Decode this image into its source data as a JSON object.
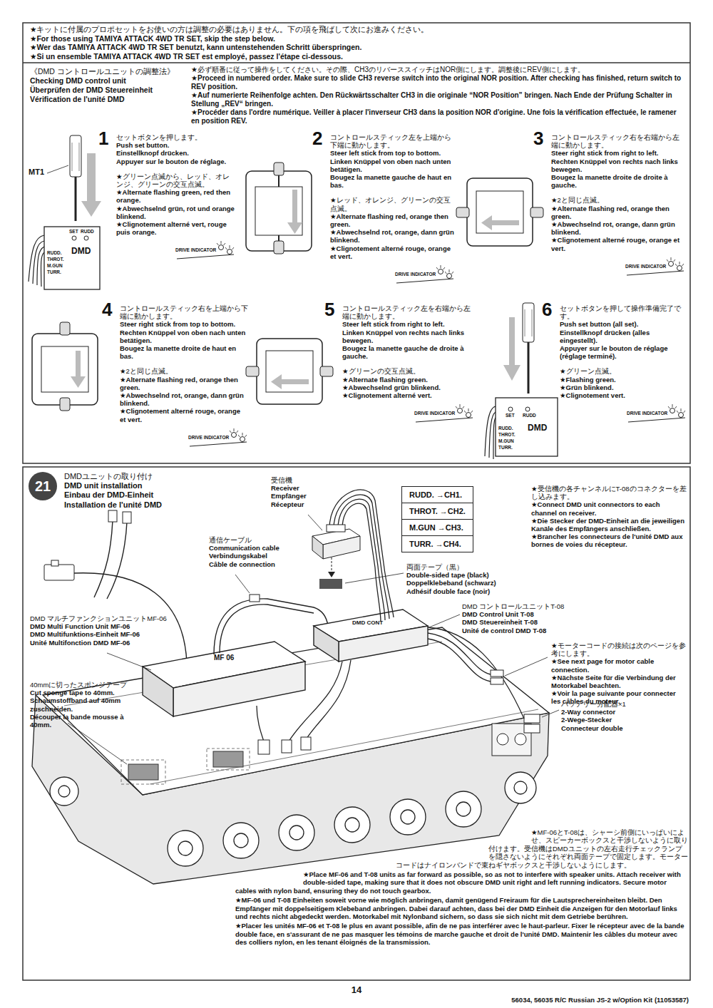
{
  "diagram": {
    "nodes": [
      {
        "text": [
          "21"
        ]
      },
      {
        "text": [
          "RUDD. →CH1.",
          "THROT. →CH2.",
          "M.GUN →CH3.",
          "TURR. →CH4."
        ]
      }
    ],
    "labels": [
      "★キットに付属のプロポセットをお使いの方は調整の必要はありません。下の項を飛ばして次にお進みください。",
      "★For those using TAMIYA ATTACK 4WD TR SET, skip the step below.",
      "★Wer das TAMIYA ATTACK 4WD TR SET benutzt, kann untenstehenden Schritt überspringen.",
      "★Si un ensemble TAMIYA ATTACK 4WD TR SET est employé, passez l'étape ci-dessous.",
      "《DMD コントロールユニットの調整法》",
      "Checking DMD control unit",
      "Überprüfen der DMD Steuereinheit",
      "Vérification de l'unité DMD",
      "★必ず順番に従って操作をしてください。その際、CH3のリバーススイッチはNOR側にします。調整後にREV側にします。",
      "★Proceed in numbered order. Make sure to slide CH3 reverse switch into the original NOR position. After checking has finished, return switch to REV position.",
      "★Auf numerierte Reihenfolge achten. Den Rückwärtsschalter CH3 in die originale “NOR Position” bringen. Nach Ende der Prüfung Schalter in Stellung „REV“ bringen.",
      "★Procéder dans l'ordre numérique. Veiller à placer l'inverseur CH3 dans la position NOR d'origine. Une fois la vérification effectuée, le ramener en position REV.",
      "1",
      "セットボタンを押します。",
      "Push set button.",
      "Einstellknopf drücken.",
      "Appuyer sur le bouton de réglage.",
      "★グリーン点滅から、レッド、オレンジ、グリーンの交互点滅。",
      "★Alternate flashing green, red then orange.",
      "★Abwechselnd grün, rot und orange blinkend.",
      "★Clignotement alterné vert, rouge puis orange.",
      "2",
      "コントロールスティック左を上端から下端に動かします。",
      "Steer left stick from top to bottom.",
      "Linken Knüppel von oben nach unten betätigen.",
      "Bougez la manette gauche de haut en bas.",
      "★レッド、オレンジ、グリーンの交互点滅。",
      "★Alternate flashing red, orange then green.",
      "★Abwechselnd rot, orange, dann grün blinkend.",
      "★Clignotement alterné rouge, orange et vert.",
      "3",
      "コントロールスティック右を右端から左端に動かします。",
      "Steer right stick from right to left.",
      "Rechten Knüppel von rechts nach links bewegen.",
      "Bougez la manette droite de droite à gauche.",
      "★2と同じ点滅。",
      "★Alternate flashing red, orange then green.",
      "★Abwechselnd rot, orange, dann grün blinkend.",
      "★Clignotement alterné rouge, orange et vert.",
      "4",
      "コントロールスティック右を上端から下端に動かします。",
      "Steer right stick from top to bottom.",
      "Rechten Knüppel von oben nach unten betätigen.",
      "Bougez la manette droite de haut en bas.",
      "★2と同じ点滅。",
      "★Alternate flashing red, orange then green.",
      "★Abwechselnd rot, orange, dann grün blinkend.",
      "★Clignotement alterné rouge, orange et vert.",
      "5",
      "コントロールスティック左を右端から左端に動かします。",
      "Steer left stick from right to left.",
      "Linken Knüppel von rechts nach links bewegen.",
      "Bougez la manette gauche de droite à gauche.",
      "★グリーンの交互点滅。",
      "★Alternate flashing green.",
      "★Abwechselnd grün blinkend.",
      "★Clignotement alterné vert.",
      "6",
      "セットボタンを押して操作準備完了です。",
      "Push set button (all set).",
      "Einstellknopf drücken (alles eingestellt).",
      "Appuyer sur le bouton de réglage (réglage terminé).",
      "★グリーン点滅。",
      "★Flashing green.",
      "★Grün blinkend.",
      "★Clignotement vert.",
      "MT1",
      "SET",
      "RUDD",
      "DMD",
      "RUDD.",
      "THROT.",
      "M.GUN",
      "TURR.",
      "SET",
      "RUDD",
      "DMD",
      "RUDD.",
      "THROT.",
      "M.GUN",
      "TURR.",
      "DRIVE INDICATOR",
      "DRIVE INDICATOR",
      "DRIVE INDICATOR",
      "DRIVE INDICATOR",
      "DRIVE INDICATOR",
      "DRIVE INDICATOR",
      "DMDユニットの取り付け",
      "DMD unit installation",
      "Einbau der DMD-Einheit",
      "Installation de l'unité DMD",
      "受信機",
      "Receiver",
      "Empfänger",
      "Récepteur",
      "★受信機の各チャンネルにT-08のコネクターを差し込みます。",
      "★Connect DMD unit connectors to each channel on receiver.",
      "★Die Stecker der DMD-Einheit an die jeweiligen Kanäle des Empfängers anschließen.",
      "★Brancher les connecteurs de l'unité DMD aux bornes de voies du récepteur.",
      "通信ケーブル",
      "Communication cable",
      "Verbindungskabel",
      "Câble de connection",
      "両面テープ（黒）",
      "Double-sided tape (black)",
      "Doppelklebeband (schwarz)",
      "Adhésif double face (noir)",
      "DMD コントロールユニットT-08",
      "DMD Control Unit T-08",
      "DMD Steuereinheit T-08",
      "Unité de control DMD T-08",
      "DMD マルチファンクションユニットMF-06",
      "DMD Multi Function Unit MF-06",
      "DMD Multifunktions-Einheit MF-06",
      "Unité Multifonction DMD MF-06",
      "40mmに切ったスポンジテープ",
      "Cut sponge tape to 40mm.",
      "Schaumstoffband auf 40mm zuschneiden.",
      "Découper la bande mousse à 40mm.",
      "★モーターコードの接続は次のページを参考にします。",
      "★See next page for motor cable connection.",
      "★Nächste Seite für die Verbindung der Motorkabel beachten.",
      "★Voir la page suivante pour connecter les câbles du moteur.",
      "バッテリー分配器×1",
      "2-Way connector",
      "2-Wege-Stecker",
      "Connecteur double",
      "★MF-06とT-08は、シャーシ前側にいっぱいによせ、スピーカーボックスと干渉しないように取り付けます。受信機はDMDユニットの左右走行チェックランプを隠さないようにそれぞれ両面テープで固定します。モーターコードはナイロンバンドで束ねギヤボックスと干渉しないようにします。",
      "★Place MF-06 and T-08 units as far forward as possible, so as not to interfere with speaker units. Attach receiver with double-sided tape, making sure that it does not obscure DMD unit right and left running indicators. Secure motor cables with nylon band, ensuring they do not touch gearbox.",
      "★MF-06 und T-08 Einheiten soweit vorne wie möglich anbringen, damit genügend Freiraum für die Lautsprechereinheiten bleibt. Den Empfänger mit doppelseitigem Klebeband anbringen. Dabei darauf achten, dass bei der DMD Einheit die Anzeigen für den Motorlauf links und rechts nicht abgedeckt werden. Motorkabel mit Nylonband sichern, so dass sie sich nicht mit dem Getriebe berühren.",
      "★Placer les unités MF-06 et T-08 le plus en avant possible, afin de ne pas interférer avec le haut-parleur. Fixer le récepteur avec de la bande double face, en s'assurant de ne pas masquer les témoins de marche gauche et droit de l'unité DMD. Maintenir les câbles du moteur avec des colliers nylon, en les tenant éloignés de la transmission.",
      "MF 06",
      "DMD CONT",
      "14",
      "56034, 56035 R/C Russian JS-2 w/Option Kit (11053587)"
    ]
  }
}
